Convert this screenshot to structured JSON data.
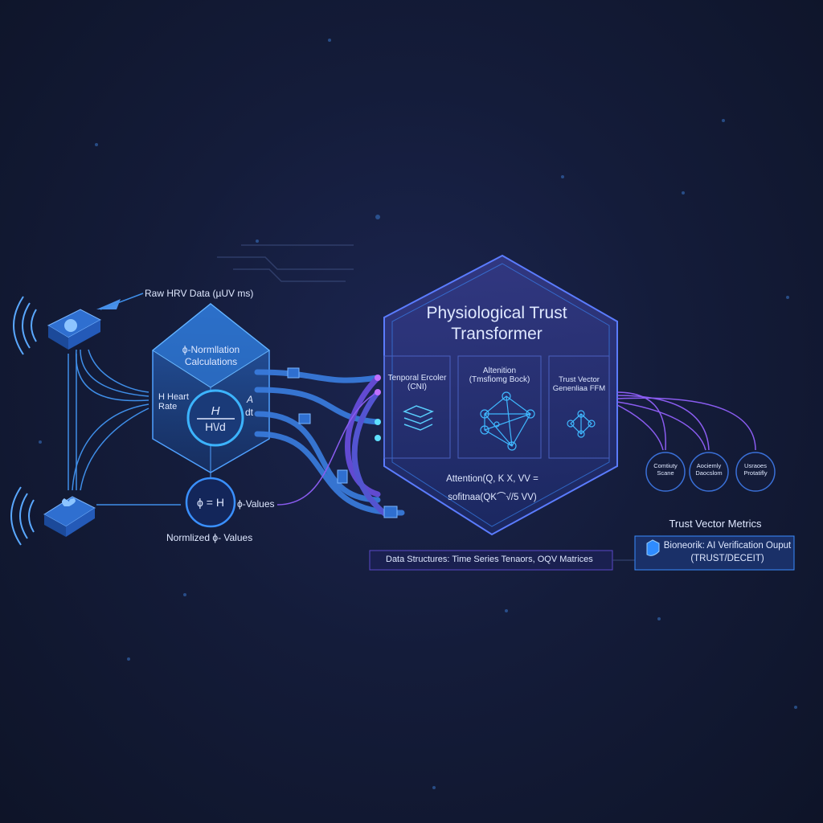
{
  "input": {
    "raw_label": "Raw HRV Data (µUV ms)",
    "heart_rate_label": "H Heart\nRate"
  },
  "normalization": {
    "title": "ϕ-Normllation\nCalculations",
    "formula_num": "H",
    "formula_den": "H\\/d",
    "side_a": "A",
    "side_dt": "dt",
    "phi_formula": "ϕ = H",
    "phi_values": "ϕ-Values",
    "normalized_label": "Normlized ϕ- Values"
  },
  "transformer": {
    "title": "Physiological Trust\nTransformer",
    "blocks": [
      {
        "label": "Tenporal Ercoler\n(CNI)"
      },
      {
        "label": "Altenition\n(Tmsfiomg Bock)"
      },
      {
        "label": "Trust Vector\nGenenliaa FFM"
      }
    ],
    "formula_line1": "Attention(Q, K  X, VV =",
    "formula_line2": "sofitnaa(QK⌒√/5 VV)"
  },
  "metrics": {
    "outputs": [
      {
        "label": "Comtiuty\nScane"
      },
      {
        "label": "Aociemly\nDaocslom"
      },
      {
        "label": "Usraoes\nProtatifly"
      }
    ],
    "title": "Trust Vector Metrics",
    "output_line1": "Bioneorik: AI Verification Ouput",
    "output_line2": "(TRUST/DECEIT)"
  },
  "data_structures": "Data Structures: Time Series Tenaors, OQV Matrices",
  "colors": {
    "accent": "#3aa0ff",
    "purple": "#8a5cf0",
    "bg": "#141c3a"
  }
}
